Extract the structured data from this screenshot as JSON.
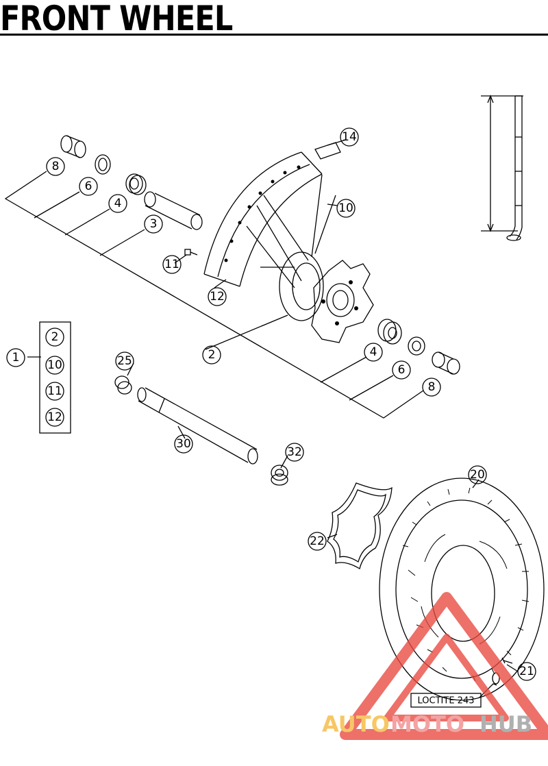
{
  "title": "FRONT WHEEL",
  "callouts": {
    "c8a": "8",
    "c6a": "6",
    "c4a": "4",
    "c3": "3",
    "c14": "14",
    "c10": "10",
    "c11": "11",
    "c12": "12",
    "c2": "2",
    "c4b": "4",
    "c6b": "6",
    "c8b": "8",
    "c1": "1",
    "c25": "25",
    "c30": "30",
    "c32": "32",
    "c20": "20",
    "c22": "22",
    "c21": "21"
  },
  "group_list": [
    "2",
    "10",
    "11",
    "12"
  ],
  "note": "LOCTITE 243",
  "watermark": {
    "part1": "AUTO",
    "part2": "MOTO",
    "part3": "HUB",
    "colors": {
      "auto": "#f5b83a",
      "moto": "#f08a8a",
      "hub": "#9a9a9a",
      "triangle": "#e8493f"
    }
  }
}
